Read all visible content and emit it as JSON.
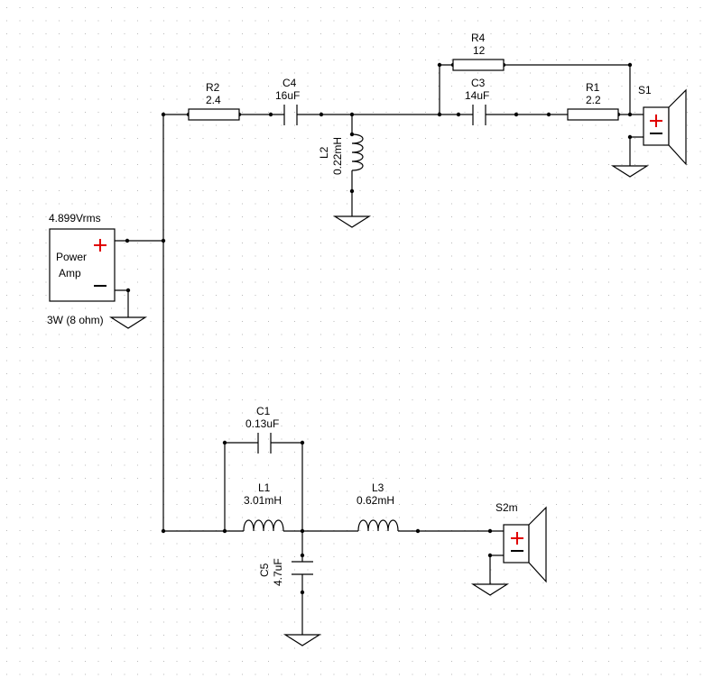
{
  "amp": {
    "voltage": "4.899Vrms",
    "label_line1": "Power",
    "label_line2": "Amp",
    "rating": "3W (8 ohm)"
  },
  "components": {
    "R2": {
      "name": "R2",
      "value": "2.4"
    },
    "C4": {
      "name": "C4",
      "value": "16uF"
    },
    "L2": {
      "name": "L2",
      "value": "0.22mH"
    },
    "R4": {
      "name": "R4",
      "value": "12"
    },
    "C3": {
      "name": "C3",
      "value": "14uF"
    },
    "R1": {
      "name": "R1",
      "value": "2.2"
    },
    "S1": {
      "name": "S1"
    },
    "C1": {
      "name": "C1",
      "value": "0.13uF"
    },
    "L1": {
      "name": "L1",
      "value": "3.01mH"
    },
    "L3": {
      "name": "L3",
      "value": "0.62mH"
    },
    "C5": {
      "name": "C5",
      "value": "4.7uF"
    },
    "S2m": {
      "name": "S2m"
    }
  },
  "colors": {
    "grid_dot": "#b8b8b8",
    "wire": "#000000",
    "polarity": "#e00000"
  }
}
